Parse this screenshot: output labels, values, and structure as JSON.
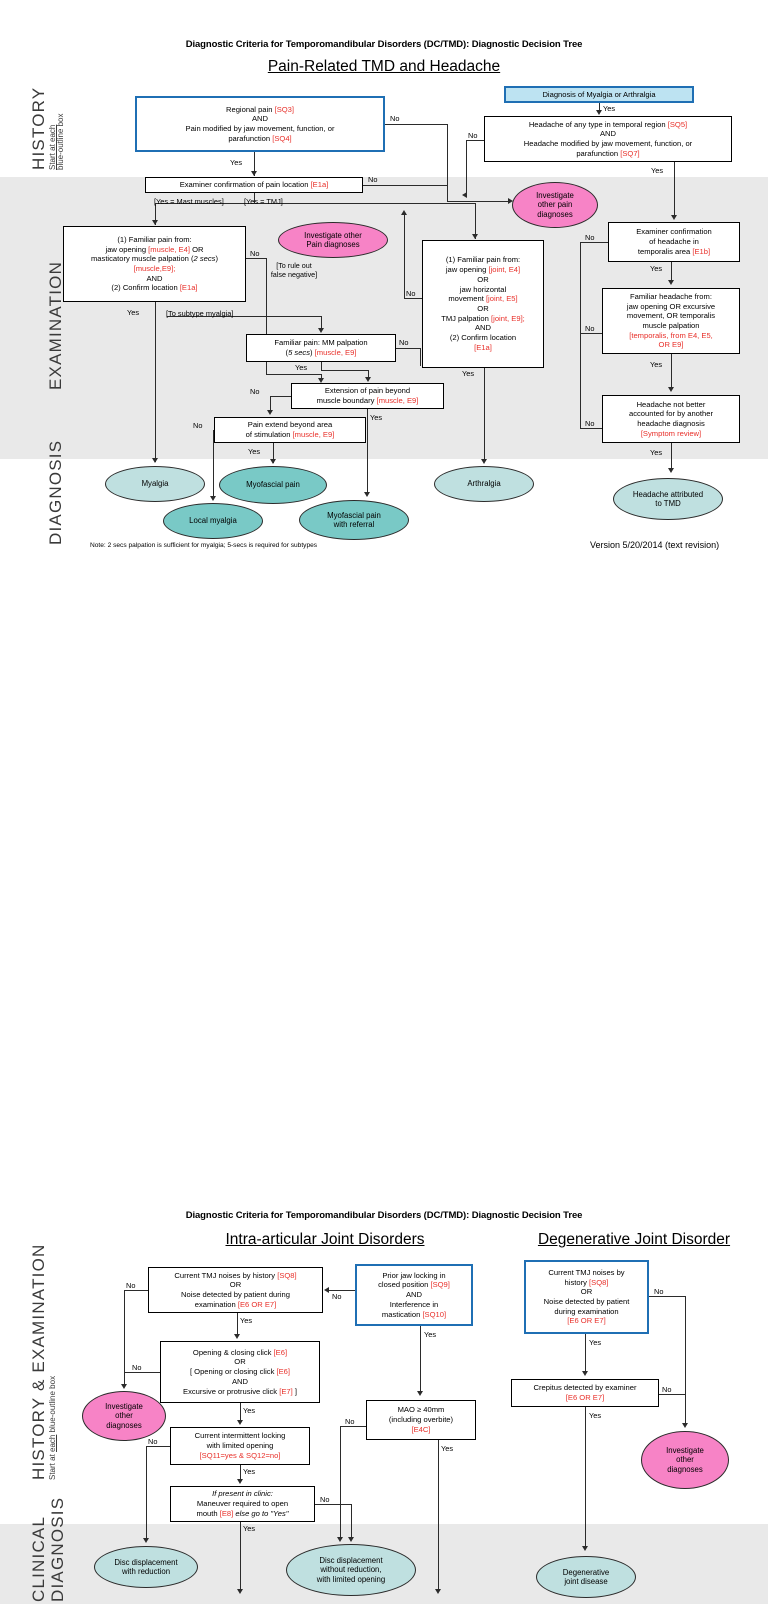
{
  "diagram1": {
    "doc_title": "Diagnostic Criteria for Temporomandibular Disorders (DC/TMD): Diagnostic Decision Tree",
    "section_title": "Pain-Related TMD and Headache",
    "lanes": {
      "history_main": "HISTORY",
      "history_sub1": "Start at each",
      "history_sub2": "blue-outline box",
      "examination": "EXAMINATION",
      "diagnosis": "DIAGNOSIS"
    },
    "boxes": {
      "regional_pain": {
        "l1": "Regional pain",
        "l1_code": "[SQ3]",
        "l2": "AND",
        "l3": "Pain modified by jaw movement, function, or",
        "l4": "parafunction",
        "l4_code": "[SQ4]"
      },
      "dx_myalgia_arthralgia": {
        "text": "Diagnosis of Myalgia or Arthralgia"
      },
      "headache_temporal": {
        "l1": "Headache of any type in temporal region",
        "l1_code": "[SQ5]",
        "l2": "AND",
        "l3": "Headache modified by jaw movement, function, or",
        "l4": "parafunction",
        "l4_code": "[SQ7]"
      },
      "examiner_pain_loc": {
        "l1": "Examiner confirmation of pain location",
        "code": "[E1a]"
      },
      "familiar_pain_muscle": {
        "l1": "(1) Familiar pain from:",
        "l2a": "jaw opening",
        "l2code": "[muscle, E4]",
        "l2b": "OR",
        "l3a": "masticatory muscle palpation (",
        "l3ital": "2 secs",
        "l3b": ")",
        "l3code": "[muscle,E9];",
        "l4": "AND",
        "l5": "(2) Confirm location",
        "l5code": "[E1a]"
      },
      "familiar_pain_joint": {
        "l1": "(1) Familiar pain from:",
        "l2a": "jaw opening",
        "l2code": "[joint, E4]",
        "l3": "OR",
        "l4a": "jaw horizontal",
        "l4b": "movement",
        "l4code": "[joint, E5]",
        "l5": "OR",
        "l6a": "TMJ palpation",
        "l6code": "[joint, E9];",
        "l7": "AND",
        "l8": "(2) Confirm location",
        "l8code": "[E1a]"
      },
      "examiner_headache": {
        "l1": "Examiner confirmation",
        "l2": "of headache in",
        "l3": "temporalis area",
        "code": "[E1b]"
      },
      "familiar_headache": {
        "l1": "Familiar headache from:",
        "l2": "jaw opening OR excursive",
        "l3": "movement, OR temporalis",
        "l4": "muscle palpation",
        "code1": "[temporalis, from E4, E5,",
        "code2": "OR E9]"
      },
      "mm_palpation": {
        "l1": "Familiar pain:  MM palpation",
        "l2a": "(",
        "l2ital": "5 secs",
        "l2b": ")",
        "l2code": "[muscle, E9]"
      },
      "extension_pain": {
        "l1": "Extension of pain beyond",
        "l2": "muscle boundary",
        "code": "[muscle, E9]"
      },
      "pain_extend": {
        "l1": "Pain extend beyond area",
        "l2": "of stimulation",
        "code": "[muscle, E9]"
      },
      "headache_not_better": {
        "l1": "Headache not better",
        "l2": "accounted for by another",
        "l3": "headache diagnosis",
        "code": "[Symptom review]"
      }
    },
    "ellipses": {
      "investigate_pain": {
        "l1": "Investigate other",
        "l2": "Pain diagnoses"
      },
      "investigate_other": {
        "l1": "Investigate",
        "l2": "other pain",
        "l3": "diagnoses"
      },
      "myalgia": "Myalgia",
      "local_myalgia": "Local myalgia",
      "myofascial_pain": "Myofascial pain",
      "myofascial_referral": {
        "l1": "Myofascial pain",
        "l2": "with referral"
      },
      "arthralgia": "Arthralgia",
      "headache_tmd": {
        "l1": "Headache attributed",
        "l2": "to TMD"
      }
    },
    "edge_labels": {
      "yes": "Yes",
      "no": "No",
      "mast_muscles": "[Yes = Mast muscles]",
      "tmj": "[Yes = TMJ]",
      "rule_out": "[To rule out",
      "false_neg": "false negative]",
      "subtype": "[To subtype myalgia]"
    },
    "note": "Note: 2 secs palpation is sufficient for myalgia; 5-secs is required for subtypes",
    "version": "Version 5/20/2014 (text revision)"
  },
  "diagram2": {
    "doc_title": "Diagnostic Criteria for Temporomandibular Disorders (DC/TMD): Diagnostic Decision Tree",
    "section_title_left": "Intra-articular Joint Disorders",
    "section_title_right": "Degenerative Joint Disorder",
    "lanes": {
      "history_main": "HISTORY & EXAMINATION",
      "history_sub": "Start at each blue-outline box",
      "clinical": "CLINICAL",
      "diagnosis": "DIAGNOSIS"
    },
    "boxes": {
      "tmj_noises_hist": {
        "l1": "Current TMJ noises by history",
        "l1code": "[SQ8]",
        "l2": "OR",
        "l3": "Noise detected by patient during",
        "l4": "examination",
        "l4code": "[E6 OR E7]"
      },
      "prior_jaw_locking": {
        "l1": "Prior jaw locking in",
        "l2": "closed position",
        "l2code": "[SQ9]",
        "l3": "AND",
        "l4": "Interference in",
        "l5": "mastication",
        "l5code": "[SQ10]"
      },
      "tmj_noises_right": {
        "l1": "Current TMJ noises by",
        "l2": "history",
        "l2code": "[SQ8]",
        "l3": "OR",
        "l4": "Noise detected by patient",
        "l5": "during examination",
        "code": "[E6 OR E7]"
      },
      "opening_closing_click": {
        "l1": "Opening & closing click",
        "l1code": "[E6]",
        "l2": "OR",
        "l3": "[ Opening or closing click",
        "l3code": "[E6]",
        "l4": "AND",
        "l5": "Excursive or protrusive click",
        "l5code": "[E7]",
        "l5b": " ]"
      },
      "mao": {
        "l1": "MAO ≥ 40mm",
        "l2": "(including overbite)",
        "code": "[E4C]"
      },
      "crepitus": {
        "l1": "Crepitus detected by examiner",
        "code": "[E6 OR E7]"
      },
      "intermittent_locking": {
        "l1": "Current intermittent locking",
        "l2": "with limited opening",
        "code": "[SQ11=yes & SQ12=no]"
      },
      "maneuver": {
        "l1": "If present in clinic:",
        "l2": "Maneuver required to open",
        "l3a": "mouth",
        "l3code": "[E8]",
        "l3b": "else go to \"Yes\""
      }
    },
    "ellipses": {
      "investigate_left": {
        "l1": "Investigate",
        "l2": "other",
        "l3": "diagnoses"
      },
      "investigate_right": {
        "l1": "Investigate",
        "l2": "other",
        "l3": "diagnoses"
      },
      "dd_with_reduction": {
        "l1": "Disc displacement",
        "l2": "with reduction"
      },
      "dd_without_reduction_limited": {
        "l1": "Disc displacement",
        "l2": "without reduction,",
        "l3": "with limited opening"
      },
      "degenerative": {
        "l1": "Degenerative",
        "l2": "joint disease"
      }
    },
    "edge_labels": {
      "yes": "Yes",
      "no": "No"
    }
  }
}
